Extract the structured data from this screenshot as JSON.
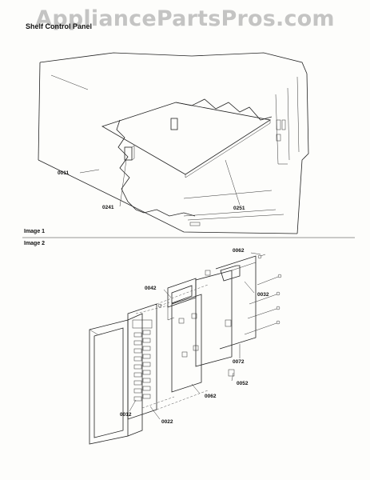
{
  "watermark": "AppliancePartsPros.com",
  "title": "Shelf Control Panel",
  "images": [
    {
      "label": "Image 1"
    },
    {
      "label": "Image 2"
    }
  ],
  "image1_callouts": [
    "0011",
    "0241",
    "0251"
  ],
  "image2_callouts": [
    "0062",
    "0042",
    "0032",
    "0072",
    "0052",
    "0062",
    "0012",
    "0022"
  ]
}
